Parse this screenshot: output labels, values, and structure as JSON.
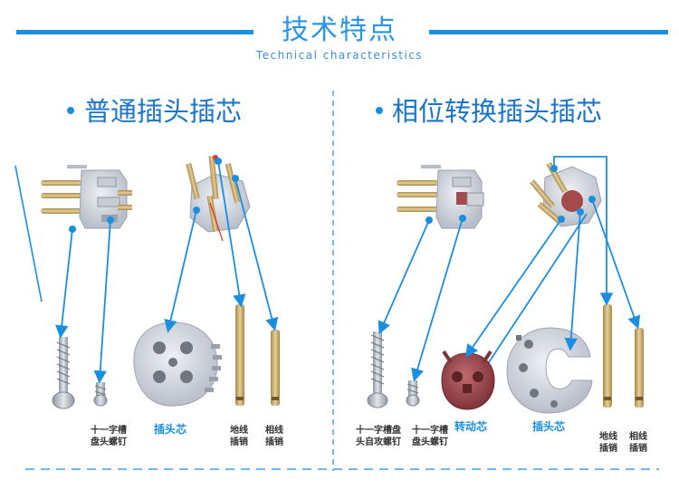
{
  "header": {
    "title_cn": "技术特点",
    "title_en": "Technical characteristics"
  },
  "left": {
    "title": "普通插头插芯",
    "captions": {
      "screw": [
        "十一字槽",
        "盘头螺钉"
      ],
      "core": "插头芯",
      "ground": [
        "地线",
        "插销"
      ],
      "phase": [
        "相线",
        "插销"
      ]
    }
  },
  "right": {
    "title": "相位转换插头插芯",
    "captions": {
      "screw1": [
        "十一字槽盘",
        "头自攻螺钉"
      ],
      "screw2": [
        "十一字槽",
        "盘头螺钉"
      ],
      "rotor": "转动芯",
      "core": "插头芯",
      "ground": [
        "地线",
        "插销"
      ],
      "phase": [
        "相线",
        "插销"
      ]
    }
  },
  "colors": {
    "accent": "#1a8fe0",
    "title": "#1a76c9",
    "rotor": "#a34a4f",
    "brass": "#c9a968"
  }
}
